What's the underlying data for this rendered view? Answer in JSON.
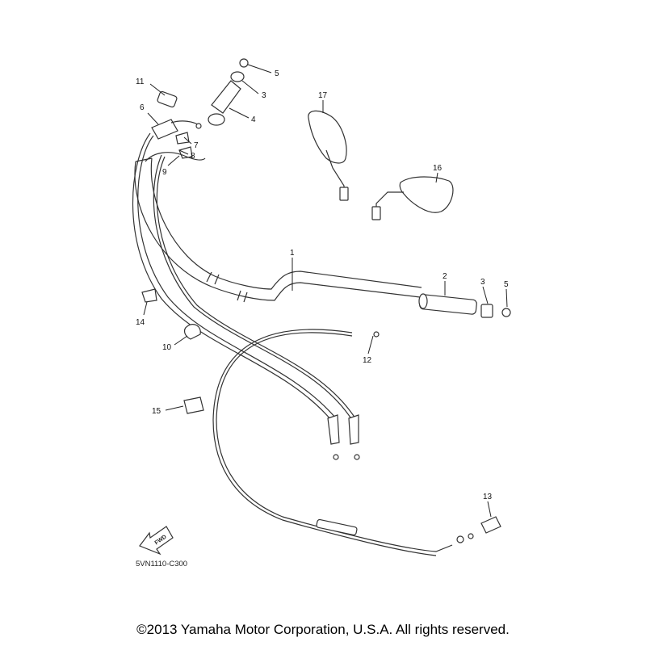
{
  "diagram": {
    "code": "5VN1110-C300",
    "fwd_label": "FWD",
    "copyright": "©2013 Yamaha Motor Corporation, U.S.A. All rights reserved.",
    "callouts": [
      {
        "id": "c5a",
        "label": "5"
      },
      {
        "id": "c3a",
        "label": "3"
      },
      {
        "id": "c4",
        "label": "4"
      },
      {
        "id": "c11",
        "label": "11"
      },
      {
        "id": "c6",
        "label": "6"
      },
      {
        "id": "c7",
        "label": "7"
      },
      {
        "id": "c8",
        "label": "8"
      },
      {
        "id": "c9",
        "label": "9"
      },
      {
        "id": "c17",
        "label": "17"
      },
      {
        "id": "c16",
        "label": "16"
      },
      {
        "id": "c1",
        "label": "1"
      },
      {
        "id": "c2",
        "label": "2"
      },
      {
        "id": "c3b",
        "label": "3"
      },
      {
        "id": "c5b",
        "label": "5"
      },
      {
        "id": "c14",
        "label": "14"
      },
      {
        "id": "c10",
        "label": "10"
      },
      {
        "id": "c12",
        "label": "12"
      },
      {
        "id": "c15",
        "label": "15"
      },
      {
        "id": "c13",
        "label": "13"
      }
    ]
  }
}
